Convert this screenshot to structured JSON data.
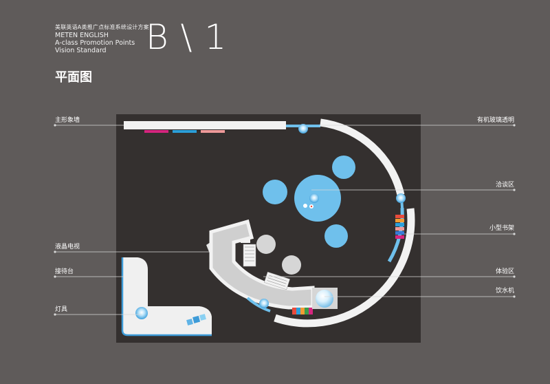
{
  "header": {
    "company_cn": "美联英语A类推广点标准系统设计方案",
    "company_en": "METEN ENGLISH",
    "subtitle_1": "A-class Promotion Points",
    "subtitle_2": "Vision Standard",
    "code": "B \\ 1"
  },
  "section_title": "平面图",
  "labels": {
    "left": [
      "主形象墙",
      "液晶电视",
      "接待台",
      "灯具"
    ],
    "right": [
      "有机玻璃透明",
      "洽谈区",
      "小型书架",
      "体验区",
      "饮水机"
    ]
  },
  "colors": {
    "background": "#5f5b5a",
    "floor": "#34302f",
    "accent_blue": "#6fc0ec",
    "wall_white": "#f2f2f2",
    "counter_gray": "#cfcfcf",
    "swatch_magenta": "#d6257f",
    "swatch_blue": "#2b9fd9",
    "swatch_pink": "#ef9a9a"
  }
}
